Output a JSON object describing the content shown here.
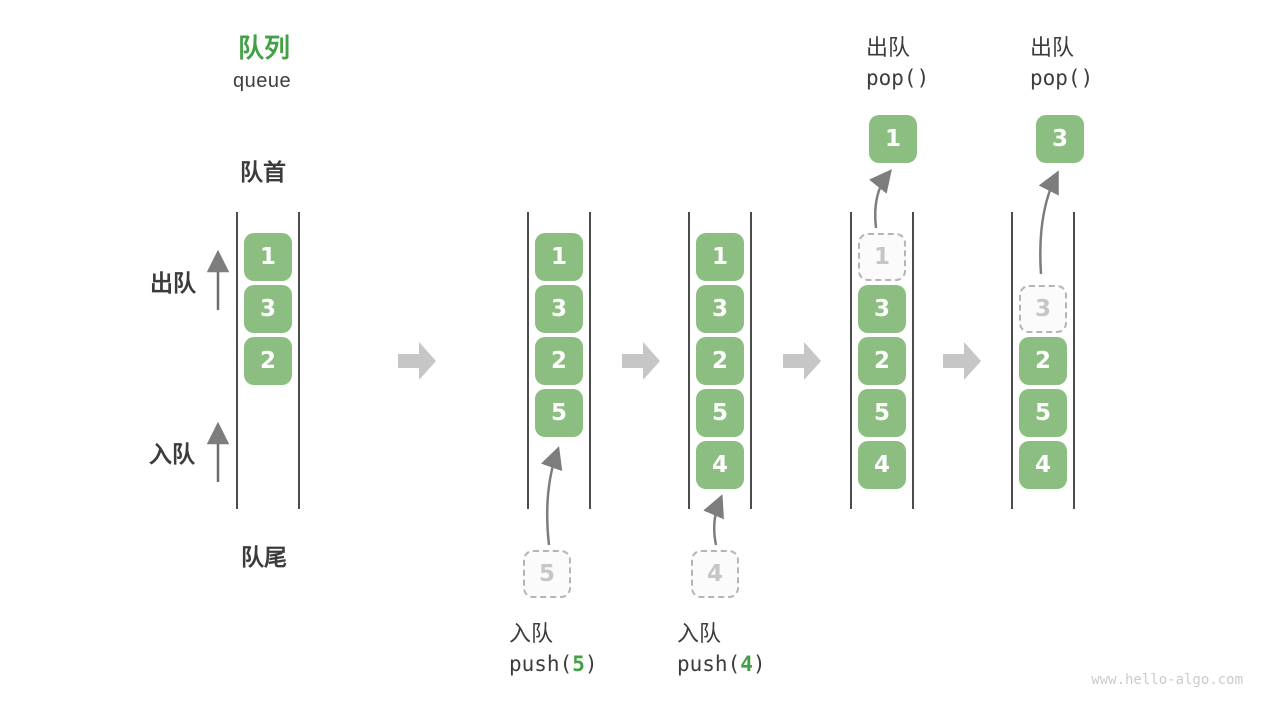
{
  "title": {
    "zh": "队列",
    "en": "queue"
  },
  "side": {
    "front": "队首",
    "rear": "队尾",
    "dequeue": "出队",
    "enqueue": "入队"
  },
  "states": {
    "s1": {
      "items": [
        "1",
        "3",
        "2"
      ]
    },
    "s2": {
      "items": [
        "1",
        "3",
        "2",
        "5"
      ],
      "incoming": "5",
      "op": {
        "zh": "入队",
        "fn_open": "push(",
        "arg": "5",
        "fn_close": ")"
      }
    },
    "s3": {
      "items": [
        "1",
        "3",
        "2",
        "5",
        "4"
      ],
      "incoming": "4",
      "op": {
        "zh": "入队",
        "fn_open": "push(",
        "arg": "4",
        "fn_close": ")"
      }
    },
    "s4": {
      "ghost": "1",
      "items": [
        "3",
        "2",
        "5",
        "4"
      ],
      "popped": "1",
      "op": {
        "zh": "出队",
        "fn": "pop()"
      }
    },
    "s5": {
      "ghost": "3",
      "items": [
        "2",
        "5",
        "4"
      ],
      "popped": "3",
      "op": {
        "zh": "出队",
        "fn": "pop()"
      }
    }
  },
  "watermark": "www.hello-algo.com",
  "colors": {
    "accent_green": "#43A047",
    "box_green": "#8CBE81",
    "ghost_border": "#B5B5B5",
    "ghost_text": "#C6C6C6",
    "flow_arrow": "#C6C6C6",
    "motion_arrow": "#7D7D7D"
  }
}
